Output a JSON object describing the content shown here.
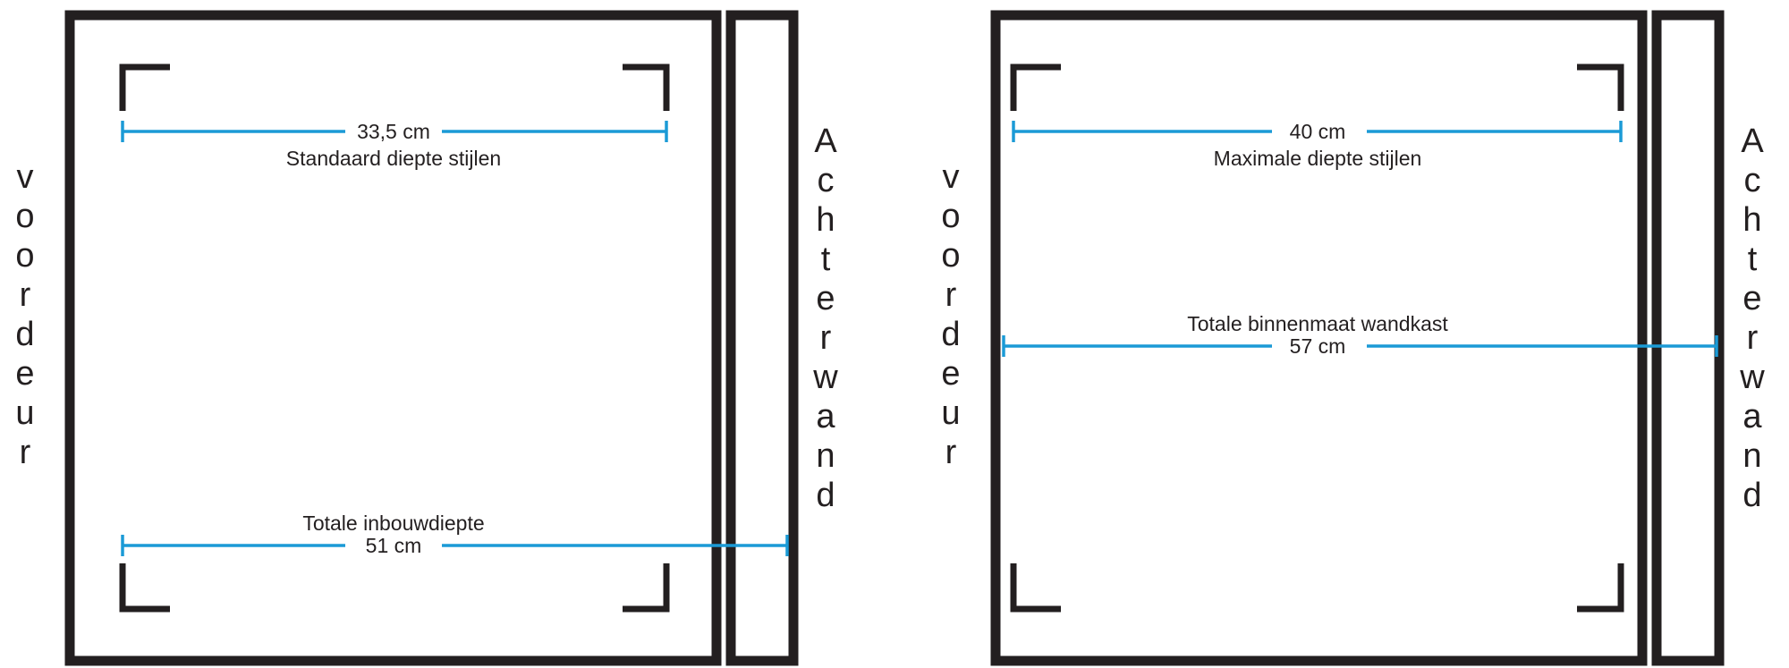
{
  "colors": {
    "frame": "#231f20",
    "dimension": "#1b9ad6",
    "background": "#ffffff"
  },
  "panels": [
    {
      "front_label": "voordeur",
      "back_label": "Achterwand",
      "top": {
        "value_label": "33,5 cm",
        "caption": "Standaard diepte stijlen"
      },
      "total": {
        "caption": "Totale inbouwdiepte",
        "value_label": "51 cm"
      }
    },
    {
      "front_label": "voordeur",
      "back_label": "Achterwand",
      "top": {
        "value_label": "40 cm",
        "caption": "Maximale diepte stijlen"
      },
      "total": {
        "caption": "Totale binnenmaat wandkast",
        "value_label": "57 cm"
      }
    }
  ]
}
